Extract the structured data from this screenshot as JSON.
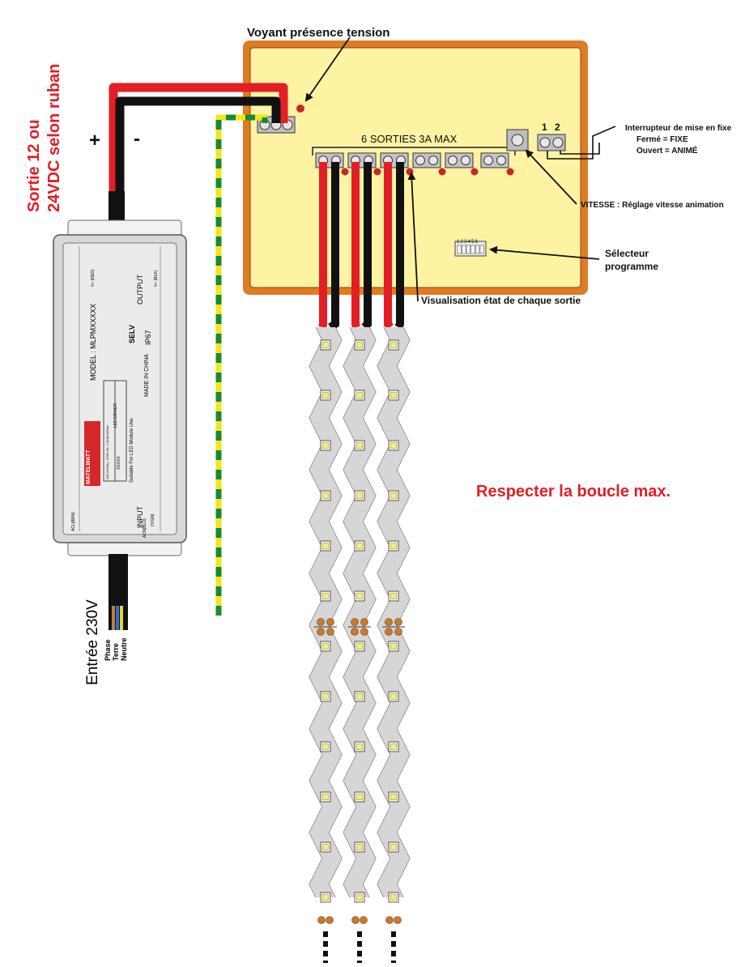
{
  "title_left": {
    "line1": "Sortie 12 ou",
    "line2": "24VDC selon ruban",
    "color": "#e31e24"
  },
  "polarity": {
    "plus": "+",
    "minus": "-"
  },
  "controller": {
    "voyant_label": "Voyant présence tension",
    "outputs_label": "6 SORTIES 3A MAX",
    "switch_terminals": [
      "1",
      "2"
    ],
    "switch_label": "Interrupteur de mise en fixe",
    "closed_label": "Fermé =  FIXE",
    "open_label": "Ouvert = ANIMÉ",
    "speed_label": "VITESSE : Réglage vitesse animation",
    "selector_label_1": "Sélecteur",
    "selector_label_2": "programme",
    "status_label": "Visualisation état de chaque sortie",
    "dip_numbers": "123456",
    "box_fill": "#fdf3a3",
    "box_border": "#e07b22"
  },
  "driver": {
    "brand": "MATELWATT",
    "model": "MODEL : MLPMXXXXX",
    "output": "OUTPUT",
    "input": "INPUT",
    "ip": "IP67",
    "selv": "SELV",
    "made_in": "MADE IN CHINA",
    "suitable": "Suitable For LED Module Use.",
    "input_spec": "100-240Vac, 47/63 Hz, 1.5A@100Vac",
    "output_spec": "XXXXX",
    "led_driver": "LED DRIVER",
    "vplus_red": "V+ (RED)",
    "vplus_blk": "V+ (BLK)",
    "acl": "ACL(BRN)",
    "acn": "ACN(BLU)",
    "ylgn": "(Y/GN)",
    "input_230": "Entrée 230V",
    "wires": [
      "Phase",
      "Terre",
      "Neutre"
    ]
  },
  "warning": "Respecter la boucle max.",
  "colors": {
    "red_wire": "#e31e24",
    "black_wire": "#111111",
    "earth_green": "#1a8a2e",
    "earth_yellow": "#f2e61b",
    "strip": "#d6d6d6",
    "led": "#f6ee74"
  }
}
